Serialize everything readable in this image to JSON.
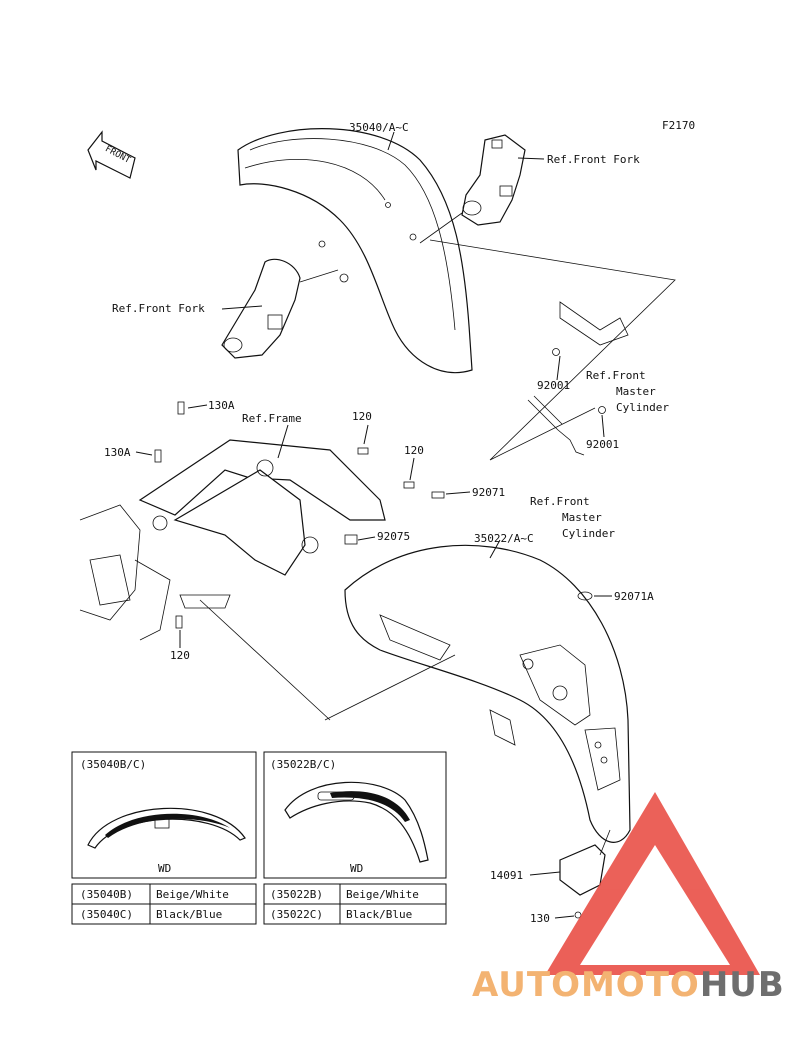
{
  "diagram_code": "F2170",
  "front_arrow": "FRONT",
  "labels": {
    "front_fender_part": "35040/A~C",
    "ref_front_fork_right": "Ref.Front Fork",
    "ref_front_fork_left": "Ref.Front Fork",
    "bolt_92001_upper": "92001",
    "ref_front_master_cyl_upper": [
      "Ref.Front",
      "Master",
      "Cylinder"
    ],
    "bolt_130a_upper": "130A",
    "ref_frame": "Ref.Frame",
    "bolt_120_upper": "120",
    "bolt_92001_lower": "92001",
    "bolt_120_mid": "120",
    "bolt_130a_left": "130A",
    "part_92071": "92071",
    "ref_front_master_cyl_lower": [
      "Ref.Front",
      "Master",
      "Cylinder"
    ],
    "part_92075": "92075",
    "rear_fender_part": "35022/A~C",
    "part_92071a": "92071A",
    "bolt_120_lower": "120",
    "part_14091": "14091",
    "bolt_130": "130"
  },
  "inset_left": {
    "title": "(35040B/C)",
    "caption": "WD",
    "rows": [
      {
        "code": "(35040B)",
        "color": "Beige/White"
      },
      {
        "code": "(35040C)",
        "color": "Black/Blue"
      }
    ]
  },
  "inset_right": {
    "title": "(35022B/C)",
    "caption": "WD",
    "rows": [
      {
        "code": "(35022B)",
        "color": "Beige/White"
      },
      {
        "code": "(35022C)",
        "color": "Black/Blue"
      }
    ]
  },
  "watermark": {
    "part1": "AUTOMOTO",
    "part2": "HUB",
    "color1": "#f2a65a",
    "color2": "#555555",
    "triangle_color": "#e8453c"
  }
}
